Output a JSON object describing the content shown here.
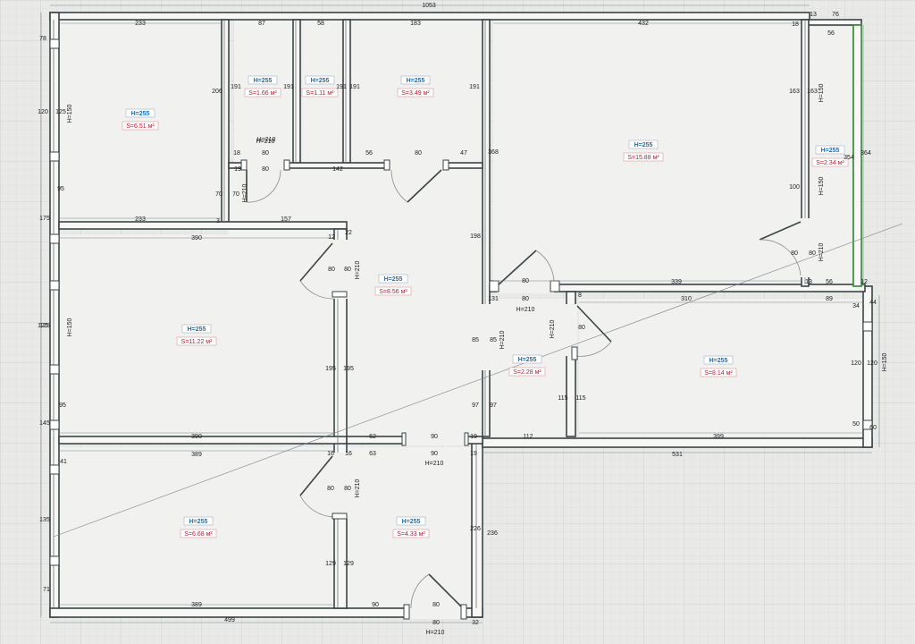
{
  "colors": {
    "background": "#e9eae8",
    "grid": "#d3d6d3",
    "wall_outline": "#3a4446",
    "wall_fill": "#f7f7f6",
    "room_fill": "#f1f1ef",
    "height_label": "#1f6fb8",
    "area_label": "#c0182e",
    "green_wall": "#2e8a2e",
    "door_arc": "#8a8a8a"
  },
  "rooms": [
    {
      "id": "room-1",
      "height": "H=255",
      "area": "S=6.51 м²"
    },
    {
      "id": "room-2",
      "height": "H=255",
      "area": "S=1.66 м²"
    },
    {
      "id": "room-3",
      "height": "H=255",
      "area": "S=1.11 м²"
    },
    {
      "id": "room-4",
      "height": "H=255",
      "area": "S=3.49 м²"
    },
    {
      "id": "room-5",
      "height": "H=255",
      "area": "S=15.88 м²"
    },
    {
      "id": "room-6",
      "height": "H=255",
      "area": "S=2.34 м²"
    },
    {
      "id": "room-7",
      "height": "H=255",
      "area": "S=8.56 м²"
    },
    {
      "id": "room-8",
      "height": "H=255",
      "area": "S=11.22 м²"
    },
    {
      "id": "room-9",
      "height": "H=255",
      "area": "S=2.28 м²"
    },
    {
      "id": "room-10",
      "height": "H=255",
      "area": "S=8.14 м²"
    },
    {
      "id": "room-11",
      "height": "H=255",
      "area": "S=6.68 м²"
    },
    {
      "id": "room-12",
      "height": "H=255",
      "area": "S=4.33 м²"
    }
  ],
  "dimensions": [
    "1053",
    "233",
    "87",
    "58",
    "183",
    "432",
    "13",
    "76",
    "56",
    "18",
    "78",
    "120",
    "125",
    "H=150",
    "95",
    "206",
    "191",
    "191",
    "191",
    "191",
    "191",
    "H=210",
    "80",
    "80",
    "18",
    "19",
    "142",
    "56",
    "80",
    "47",
    "368",
    "163",
    "163",
    "H=150",
    "H=150",
    "100",
    "80",
    "80",
    "H=210",
    "354",
    "364",
    "70",
    "70",
    "H=210",
    "175",
    "233",
    "3",
    "157",
    "390",
    "12",
    "22",
    "198",
    "H=210",
    "80",
    "80",
    "80",
    "339",
    "56",
    "12",
    "80",
    "131",
    "310",
    "89",
    "34",
    "44",
    "H=210",
    "125",
    "H=150",
    "85",
    "85",
    "H=210",
    "H=210",
    "80",
    "195",
    "195",
    "115",
    "115",
    "120",
    "120",
    "H=150",
    "97",
    "97",
    "50",
    "60",
    "145",
    "95",
    "390",
    "62",
    "90",
    "19",
    "112",
    "399",
    "389",
    "16",
    "16",
    "63",
    "90",
    "19",
    "531",
    "H=210",
    "41",
    "80",
    "H=210",
    "80",
    "135",
    "226",
    "236",
    "129",
    "129",
    "71",
    "389",
    "90",
    "80",
    "80",
    "32",
    "499",
    "H=210",
    "H=210",
    "8",
    "13",
    "125"
  ]
}
